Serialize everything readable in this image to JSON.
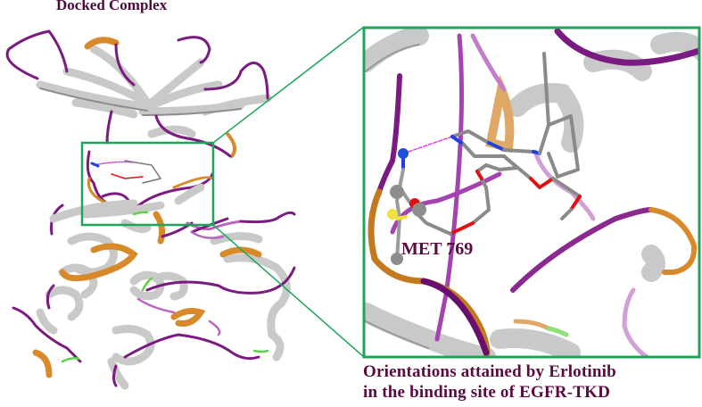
{
  "figure": {
    "title": "Docked Complex",
    "caption_line1": "Orientations attained by Erlotinib",
    "caption_line2": "in the binding site of EGFR-TKD",
    "residue_label": "MET 769",
    "colors": {
      "title_text": "#4a0a3a",
      "zoom_box": "#1fa55a",
      "coil": "#7b1a80",
      "coil_light": "#b866c0",
      "turn": "#d88a2a",
      "sheet_helix": "#c8c8c8",
      "hbond": "#e040e0",
      "nitrogen": "#2040e0",
      "oxygen": "#e01010",
      "sulfur": "#f0e040",
      "carbon": "#8a8a8a"
    },
    "panels": [
      {
        "name": "overview",
        "content": "EGFR-TKD protein ribbon with docked Erlotinib"
      },
      {
        "name": "inset",
        "content": "Close-up of binding site showing Erlotinib and MET 769 H-bond"
      }
    ]
  }
}
